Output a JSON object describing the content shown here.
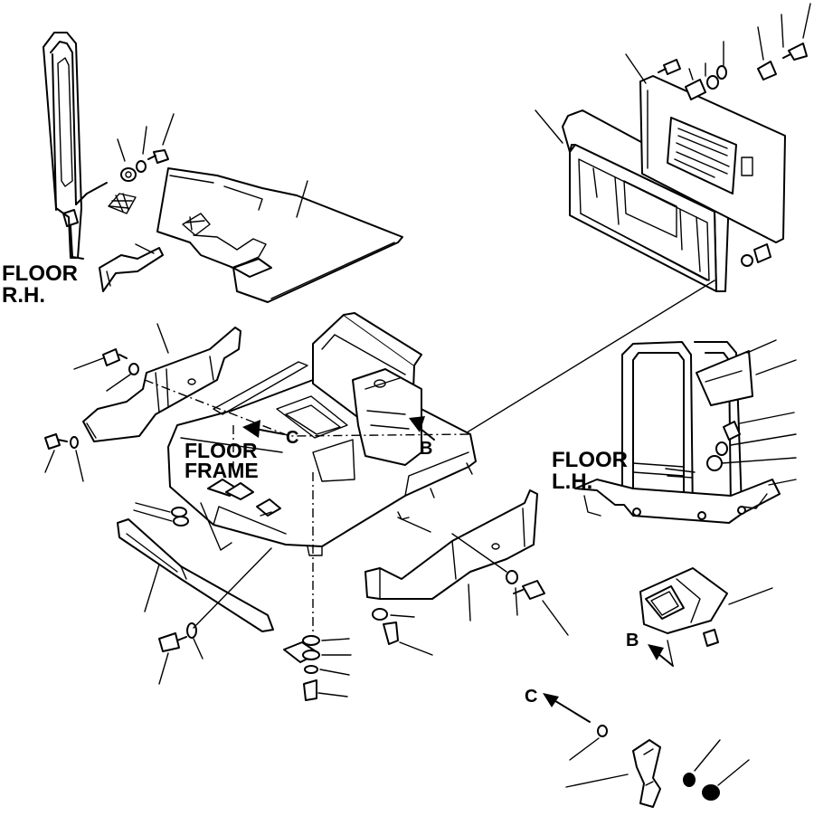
{
  "labels": {
    "floor_rh_line1": "FLOOR",
    "floor_rh_line2": "R.H.",
    "floor_frame_line1": "FLOOR",
    "floor_frame_line2": "FRAME",
    "floor_lh_line1": "FLOOR",
    "floor_lh_line2": "L.H.",
    "callout_c_frame": "C",
    "callout_b_frame": "B",
    "callout_b_detail": "B",
    "callout_c_detail": "C"
  }
}
